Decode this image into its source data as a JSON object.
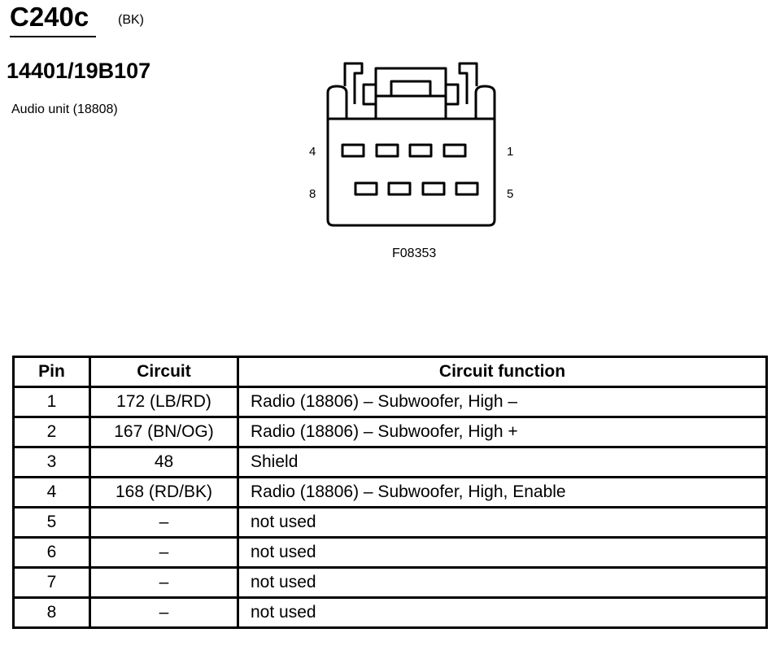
{
  "header": {
    "connector_id": "C240c",
    "color_code": "(BK)",
    "part_number": "14401/19B107",
    "description": "Audio unit (18808)"
  },
  "diagram": {
    "figure_id": "F08353",
    "pin_labels": {
      "top_left": "4",
      "top_right": "1",
      "bottom_left": "8",
      "bottom_right": "5"
    }
  },
  "table": {
    "headers": [
      "Pin",
      "Circuit",
      "Circuit function"
    ],
    "rows": [
      {
        "pin": "1",
        "circuit": "172 (LB/RD)",
        "function": "Radio (18806) – Subwoofer, High –"
      },
      {
        "pin": "2",
        "circuit": "167 (BN/OG)",
        "function": "Radio (18806) – Subwoofer, High +"
      },
      {
        "pin": "3",
        "circuit": "48",
        "function": "Shield"
      },
      {
        "pin": "4",
        "circuit": "168 (RD/BK)",
        "function": "Radio (18806) – Subwoofer, High, Enable"
      },
      {
        "pin": "5",
        "circuit": "–",
        "function": "not used"
      },
      {
        "pin": "6",
        "circuit": "–",
        "function": "not used"
      },
      {
        "pin": "7",
        "circuit": "–",
        "function": "not used"
      },
      {
        "pin": "8",
        "circuit": "–",
        "function": "not used"
      }
    ]
  }
}
